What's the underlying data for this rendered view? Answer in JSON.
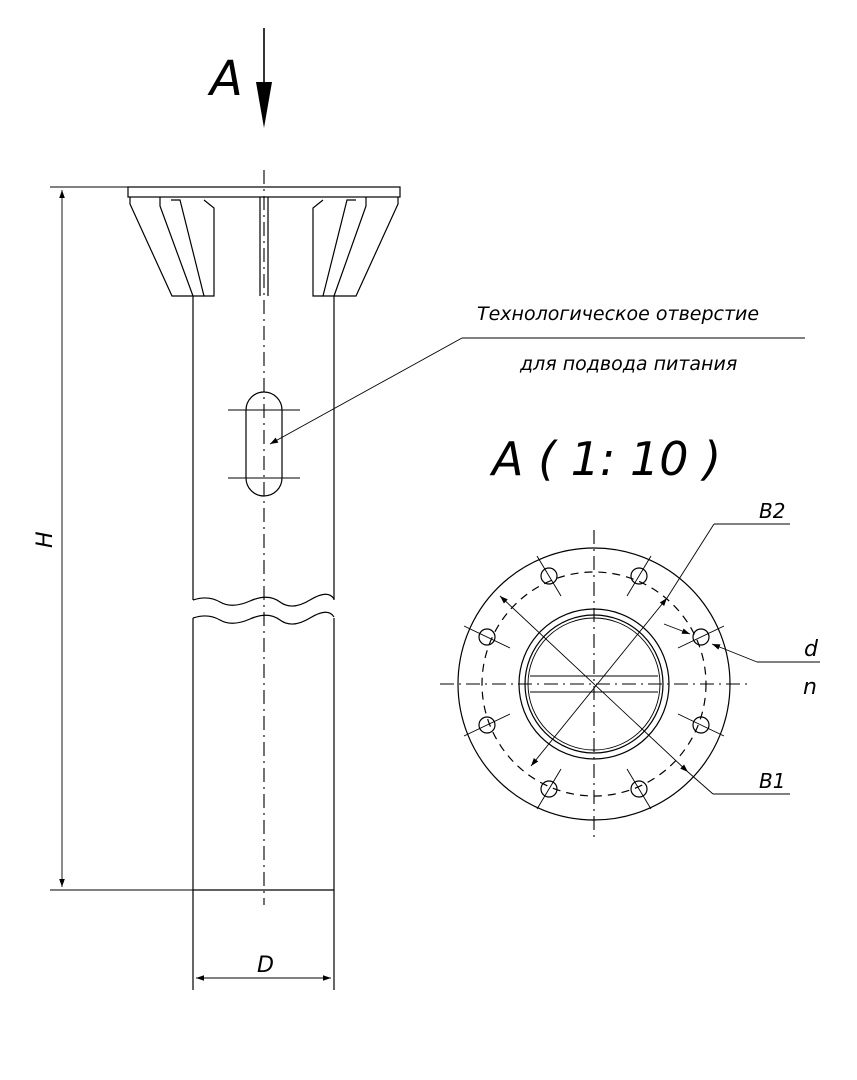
{
  "view_marker": "A",
  "view_title": "A ( 1: 10 )",
  "note_line1": "Технологическое отверстие",
  "note_line2": "для подвода питания",
  "dims": {
    "height": "H",
    "diameter": "D",
    "bolt_circle": "B2",
    "base_diameter": "B1",
    "hole_diameter": "d",
    "hole_count": "n"
  }
}
